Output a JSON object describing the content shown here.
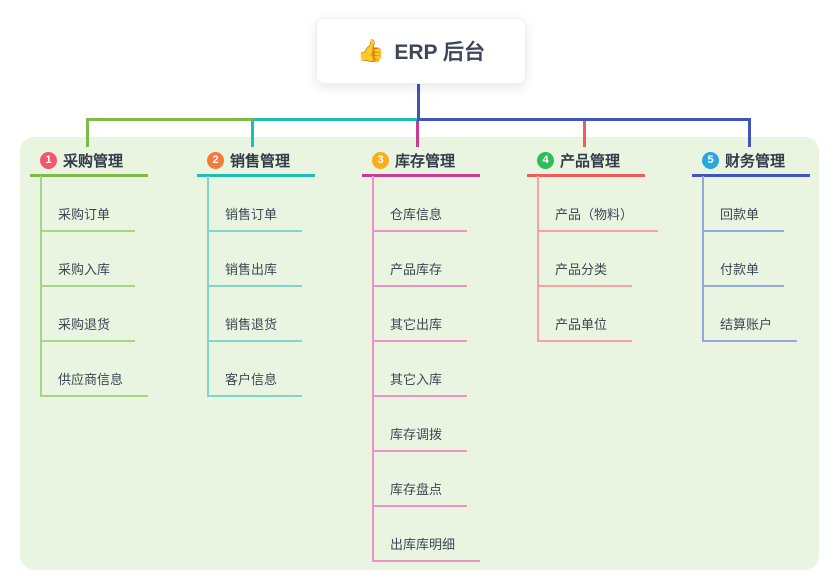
{
  "root": {
    "emoji": "👍",
    "title": "ERP 后台"
  },
  "branches": [
    {
      "num": "1",
      "label": "采购管理",
      "color": "#7DBB49",
      "light": "#A9D384",
      "badge": "#F4566C",
      "children": [
        "采购订单",
        "采购入库",
        "采购退货",
        "供应商信息"
      ]
    },
    {
      "num": "2",
      "label": "销售管理",
      "color": "#1CBFB2",
      "light": "#7FD6CB",
      "badge": "#F57A3C",
      "children": [
        "销售订单",
        "销售出库",
        "销售退货",
        "客户信息"
      ]
    },
    {
      "num": "3",
      "label": "库存管理",
      "color": "#CC3A96",
      "light": "#EE93C8",
      "badge": "#FBAD18",
      "children": [
        "仓库信息",
        "产品库存",
        "其它出库",
        "其它入库",
        "库存调拨",
        "库存盘点",
        "出库库明细"
      ]
    },
    {
      "num": "4",
      "label": "产品管理",
      "color": "#F15B5B",
      "light": "#F7A3A2",
      "badge": "#2EBD59",
      "children": [
        "产品（物料）",
        "产品分类",
        "产品单位"
      ]
    },
    {
      "num": "5",
      "label": "财务管理",
      "color": "#4053BE",
      "light": "#93A7DE",
      "badge": "#29A8DF",
      "children": [
        "回款单",
        "付款单",
        "结算账户"
      ]
    }
  ],
  "colors": {
    "panel_bg": "#E9F5E1",
    "root_text": "#3D4757"
  }
}
